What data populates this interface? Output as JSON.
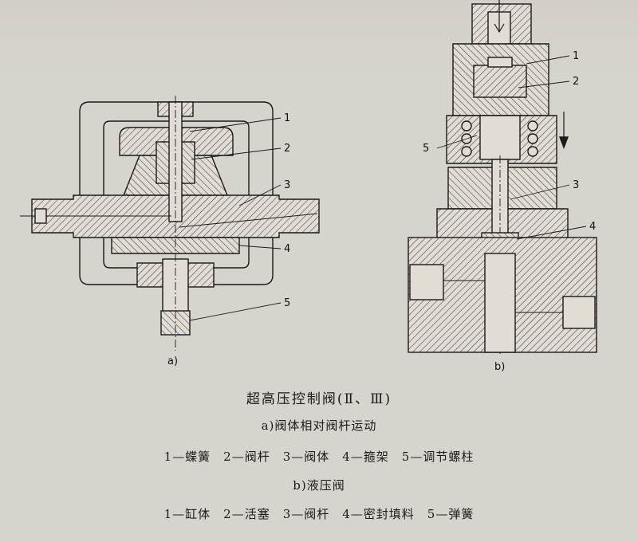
{
  "figure": {
    "title": "超高压控制阀(Ⅱ、Ⅲ)",
    "a_desc": "a)阀体相对阀杆运动",
    "a_parts": "1—蝶簧　2—阀杆　3—阀体　4—箍架　5—调节螺柱",
    "b_desc": "b)液压阀",
    "b_parts": "1—缸体　2—活塞　3—阀杆　4—密封填料　5—弹簧"
  },
  "diagram_a": {
    "sublabel": "a)",
    "callouts": [
      "1",
      "2",
      "3",
      "4",
      "5"
    ]
  },
  "diagram_b": {
    "sublabel": "b)",
    "callouts": [
      "1",
      "2",
      "3",
      "4",
      "5"
    ]
  }
}
